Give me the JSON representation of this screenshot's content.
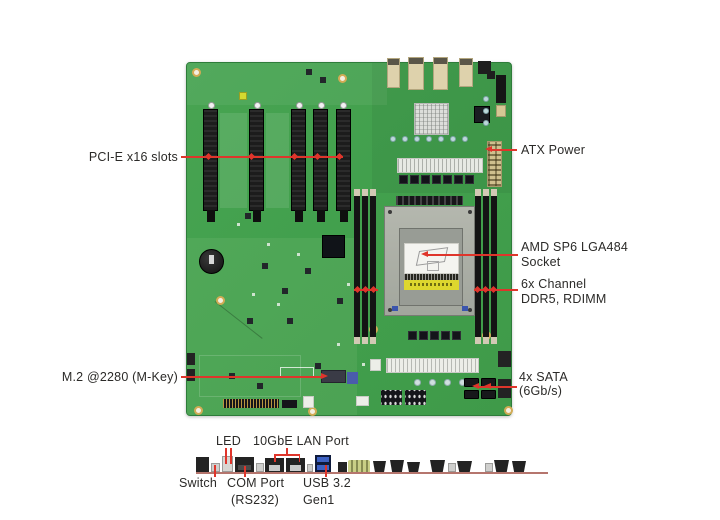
{
  "colors": {
    "pcb_green": "#42A04D",
    "callout_red": "#DF352B",
    "io_baseline": "#B5756D"
  },
  "callouts": {
    "pcie": {
      "label": "PCI-E x16 slots"
    },
    "atx": {
      "label": "ATX Power"
    },
    "cpu": {
      "line1": "AMD SP6 LGA484",
      "line2": "Socket"
    },
    "ddr": {
      "line1": "6x Channel",
      "line2": "DDR5, RDIMM"
    },
    "m2": {
      "label": "M.2 @2280 (M-Key)"
    },
    "sata": {
      "line1": "4x SATA",
      "line2": "(6Gb/s)"
    }
  },
  "io_labels": {
    "led": "LED",
    "lan": "10GbE LAN Port",
    "switch": "Switch",
    "com_line1": "COM Port",
    "com_line2": "(RS232)",
    "usb_line1": "USB 3.2",
    "usb_line2": "Gen1"
  }
}
